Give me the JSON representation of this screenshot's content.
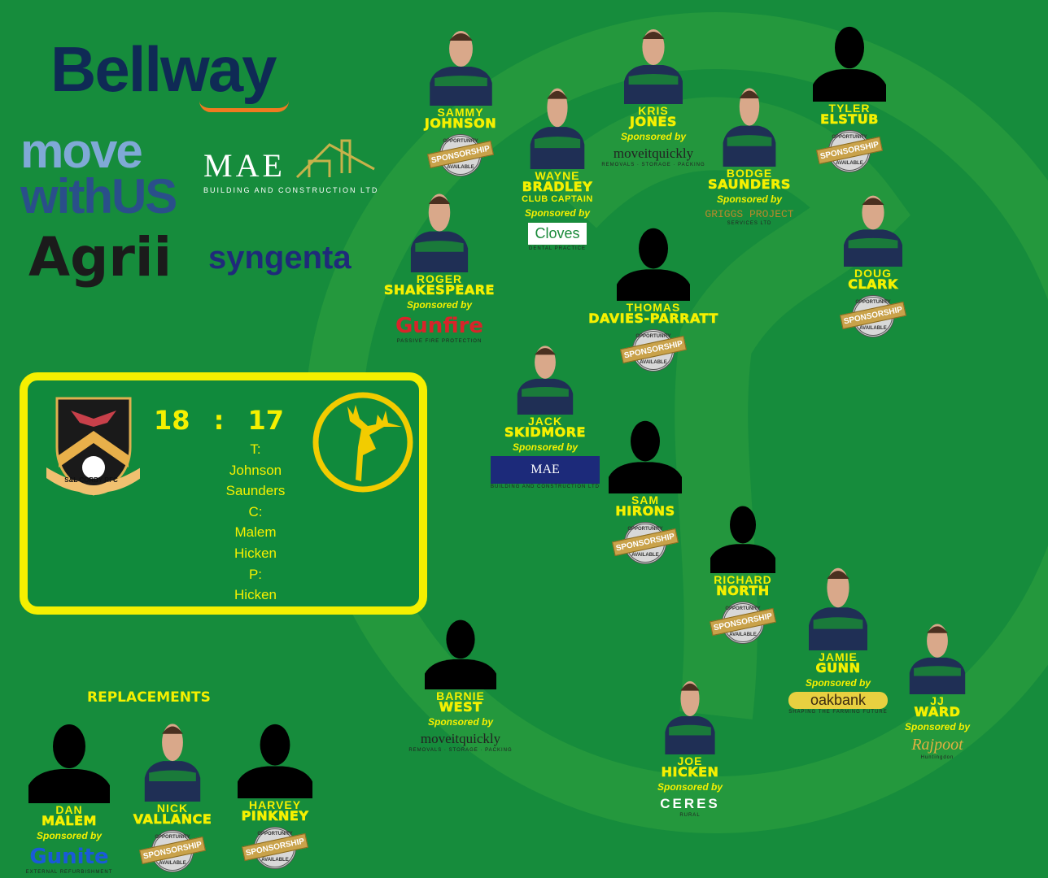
{
  "colors": {
    "background": "#168c3c",
    "accent": "#f5f000"
  },
  "sponsors_left": {
    "bellway": "Bellway",
    "movewithus_1": "move",
    "movewithus_2": "withUS",
    "mae": "MAE",
    "mae_sub": "BUILDING AND CONSTRUCTION LTD",
    "agrii": "Agrii",
    "syngenta": "syngenta"
  },
  "score": {
    "home": "18",
    "separator": ":",
    "away": "17",
    "home_crest_text": "S&L CORBY RFC",
    "scorers": [
      "T:",
      "Johnson",
      "Saunders",
      "C:",
      "Malem",
      "Hicken",
      "P:",
      "Hicken"
    ]
  },
  "badge": {
    "top": "OPPORTUNITY",
    "middle": "SPONSORSHIP",
    "bottom": "AVAILABLE"
  },
  "sponsored_by": "Sponsored by",
  "replacements_title": "REPLACEMENTS",
  "players": [
    {
      "first": "SAMMY",
      "last": "JOHNSON",
      "photo": "photo",
      "sponsor": null
    },
    {
      "first": "WAYNE",
      "last": "BRADLEY",
      "role": "CLUB CAPTAIN",
      "photo": "photo",
      "sponsor": {
        "name": "Cloves",
        "sub": "DENTAL PRACTICE"
      }
    },
    {
      "first": "KRIS",
      "last": "JONES",
      "photo": "photo",
      "sponsor": {
        "name": "moveitquickly",
        "sub": "REMOVALS · STORAGE · PACKING"
      }
    },
    {
      "first": "BODGE",
      "last": "SAUNDERS",
      "photo": "photo",
      "sponsor": {
        "name": "GRIGGS PROJECT",
        "sub": "SERVICES LTD"
      }
    },
    {
      "first": "TYLER",
      "last": "ELSTUB",
      "photo": "silhouette",
      "sponsor": null
    },
    {
      "first": "ROGER",
      "last": "SHAKESPEARE",
      "photo": "photo",
      "sponsor": {
        "name": "Gunfire",
        "sub": "PASSIVE FIRE PROTECTION"
      }
    },
    {
      "first": "THOMAS",
      "last": "DAVIES-PARRATT",
      "photo": "silhouette",
      "sponsor": null
    },
    {
      "first": "DOUG",
      "last": "CLARK",
      "photo": "photo",
      "sponsor": null
    },
    {
      "first": "JACK",
      "last": "SKIDMORE",
      "photo": "photo",
      "sponsor": {
        "name": "MAE",
        "sub": "BUILDING AND CONSTRUCTION LTD"
      }
    },
    {
      "first": "SAM",
      "last": "HIRONS",
      "photo": "silhouette",
      "sponsor": null
    },
    {
      "first": "RICHARD",
      "last": "NORTH",
      "photo": "silhouette",
      "sponsor": null
    },
    {
      "first": "JAMIE",
      "last": "GUNN",
      "photo": "photo",
      "sponsor": {
        "name": "oakbank",
        "sub": "SHAPING THE FARMING FUTURE"
      }
    },
    {
      "first": "BARNIE",
      "last": "WEST",
      "photo": "silhouette",
      "sponsor": {
        "name": "moveitquickly",
        "sub": "REMOVALS · STORAGE · PACKING"
      }
    },
    {
      "first": "JJ",
      "last": "WARD",
      "photo": "photo",
      "sponsor": {
        "name": "Rajpoot",
        "sub": "Huntingdon"
      }
    },
    {
      "first": "JOE",
      "last": "HICKEN",
      "photo": "photo",
      "sponsor": {
        "name": "CERES",
        "sub": "RURAL"
      }
    },
    {
      "first": "DAN",
      "last": "MALEM",
      "photo": "silhouette",
      "sponsor": {
        "name": "Gunite",
        "sub": "EXTERNAL REFURBISHMENT"
      }
    },
    {
      "first": "NICK",
      "last": "VALLANCE",
      "photo": "photo",
      "sponsor": null
    },
    {
      "first": "HARVEY",
      "last": "PINKNEY",
      "photo": "silhouette",
      "sponsor": null
    }
  ]
}
